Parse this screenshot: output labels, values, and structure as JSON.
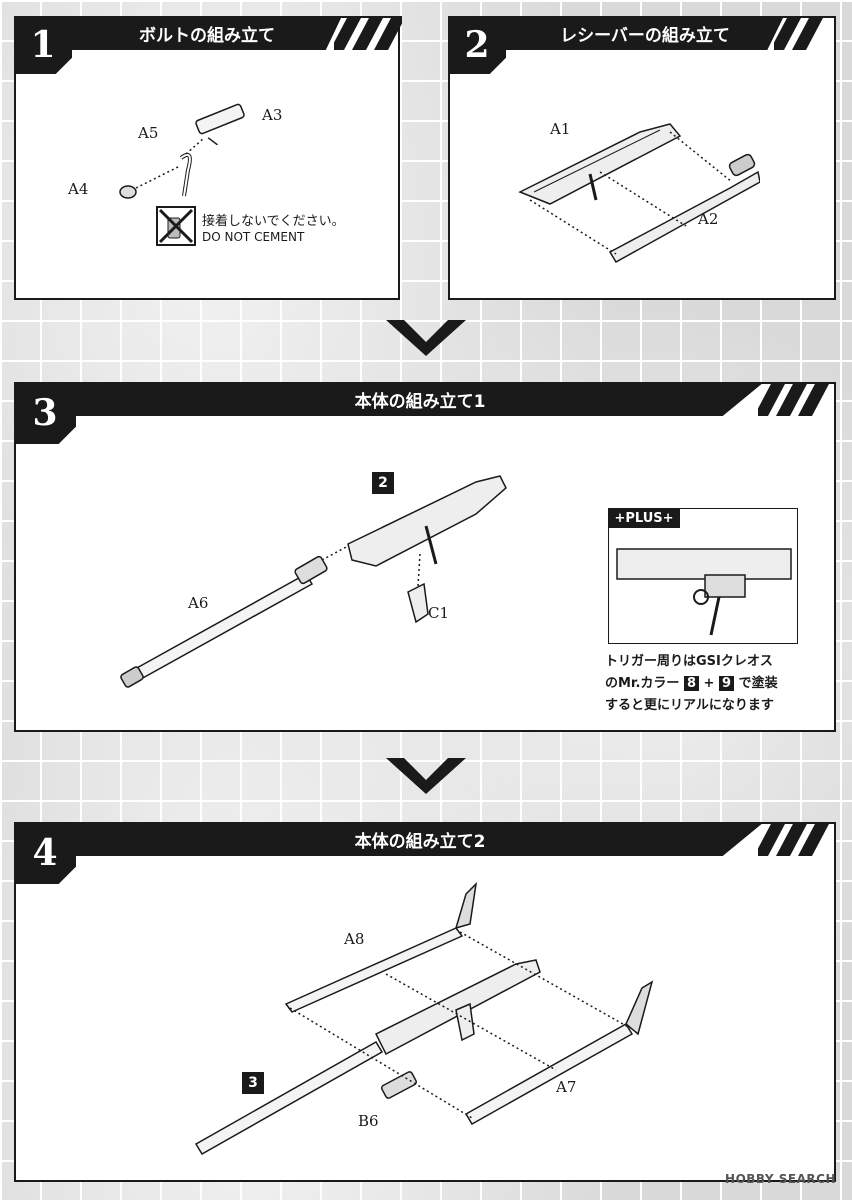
{
  "steps": [
    {
      "number": "1",
      "title": "ボルトの組み立て"
    },
    {
      "number": "2",
      "title": "レシーバーの組み立て"
    },
    {
      "number": "3",
      "title": "本体の組み立て1"
    },
    {
      "number": "4",
      "title": "本体の組み立て2"
    }
  ],
  "step1": {
    "labels": {
      "a3": "A3",
      "a4": "A4",
      "a5": "A5"
    },
    "warning_ja": "接着しないでください。",
    "warning_en": "DO NOT CEMENT"
  },
  "step2": {
    "labels": {
      "a1": "A1",
      "a2": "A2"
    }
  },
  "step3": {
    "labels": {
      "a6": "A6",
      "c1": "C1"
    },
    "ref_badge": "2",
    "plus_tag": "+PLUS+",
    "tip_line1": "トリガー周りはGSIクレオス",
    "tip_line2_pre": "のMr.カラー",
    "tip_num1": "8",
    "tip_plus": "+",
    "tip_num2": "9",
    "tip_line2_post": "で塗装",
    "tip_line3": "すると更にリアルになります"
  },
  "step4": {
    "labels": {
      "a7": "A7",
      "a8": "A8",
      "b6": "B6"
    },
    "ref_badge": "3"
  },
  "watermark": "HOBBY SEARCH",
  "colors": {
    "ink": "#1a1a1a",
    "panel": "#ffffff",
    "grid_bg": "#d9d9d9"
  }
}
